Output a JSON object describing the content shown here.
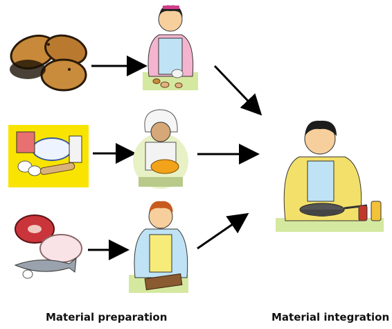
{
  "captions": {
    "preparation": "Material preparation",
    "integration": "Material integration"
  },
  "rows": [
    {
      "ingredient": "potatoes-illustration",
      "worker": "woman-peeling-icon"
    },
    {
      "ingredient": "baking-supplies-illustration",
      "worker": "chef-mixing-icon"
    },
    {
      "ingredient": "meat-poultry-fish-illustration",
      "worker": "man-chopping-icon"
    }
  ],
  "final": "cook-stir-frying-icon",
  "colors": {
    "arrow": "#000000",
    "yellow_bg": "#f8e400",
    "skin": "#f6cf9c",
    "apron_pink": "#f4b4cf",
    "apron_blue": "#bfe3f4",
    "apron_yellow": "#f7ec7a",
    "shirt_yellow": "#f3e06a",
    "counter_green": "#d5e8a0"
  }
}
